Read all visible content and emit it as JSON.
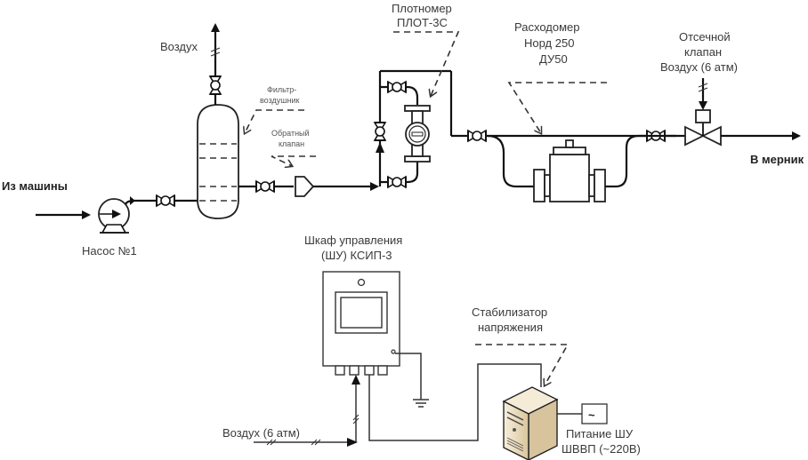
{
  "diagram": {
    "title": "Technological scheme of oil metering line",
    "labels": {
      "inlet": "Из машины",
      "pump": "Насос №1",
      "air_top": "Воздух",
      "filter_line1": "Фильтр-",
      "filter_line2": "воздушник",
      "check_valve_line1": "Обратный",
      "check_valve_line2": "клапан",
      "densitometer_line1": "Плотномер",
      "densitometer_line2": "ПЛОТ-3С",
      "flowmeter_line1": "Расходомер",
      "flowmeter_line2": "Норд 250",
      "flowmeter_line3": "ДУ50",
      "shutoff_line1": "Отсечной",
      "shutoff_line2": "клапан",
      "shutoff_line3": "Воздух (6 атм)",
      "outlet": "В мерник",
      "cabinet_line1": "Шкаф управления",
      "cabinet_line2": "(ШУ) КСИП-3",
      "stabilizer_line1": "Стабилизатор",
      "stabilizer_line2": "напряжения",
      "air_bottom": "Воздух (6 атм)",
      "power_line1": "Питание ШУ",
      "power_line2": "ШВВП (~220В)",
      "ac_symbol": "~"
    },
    "colors": {
      "line": "#111111",
      "text": "#3a3a3a",
      "stabilizer_body": "#efe3c8",
      "stabilizer_shade": "#d8c7a0"
    }
  }
}
